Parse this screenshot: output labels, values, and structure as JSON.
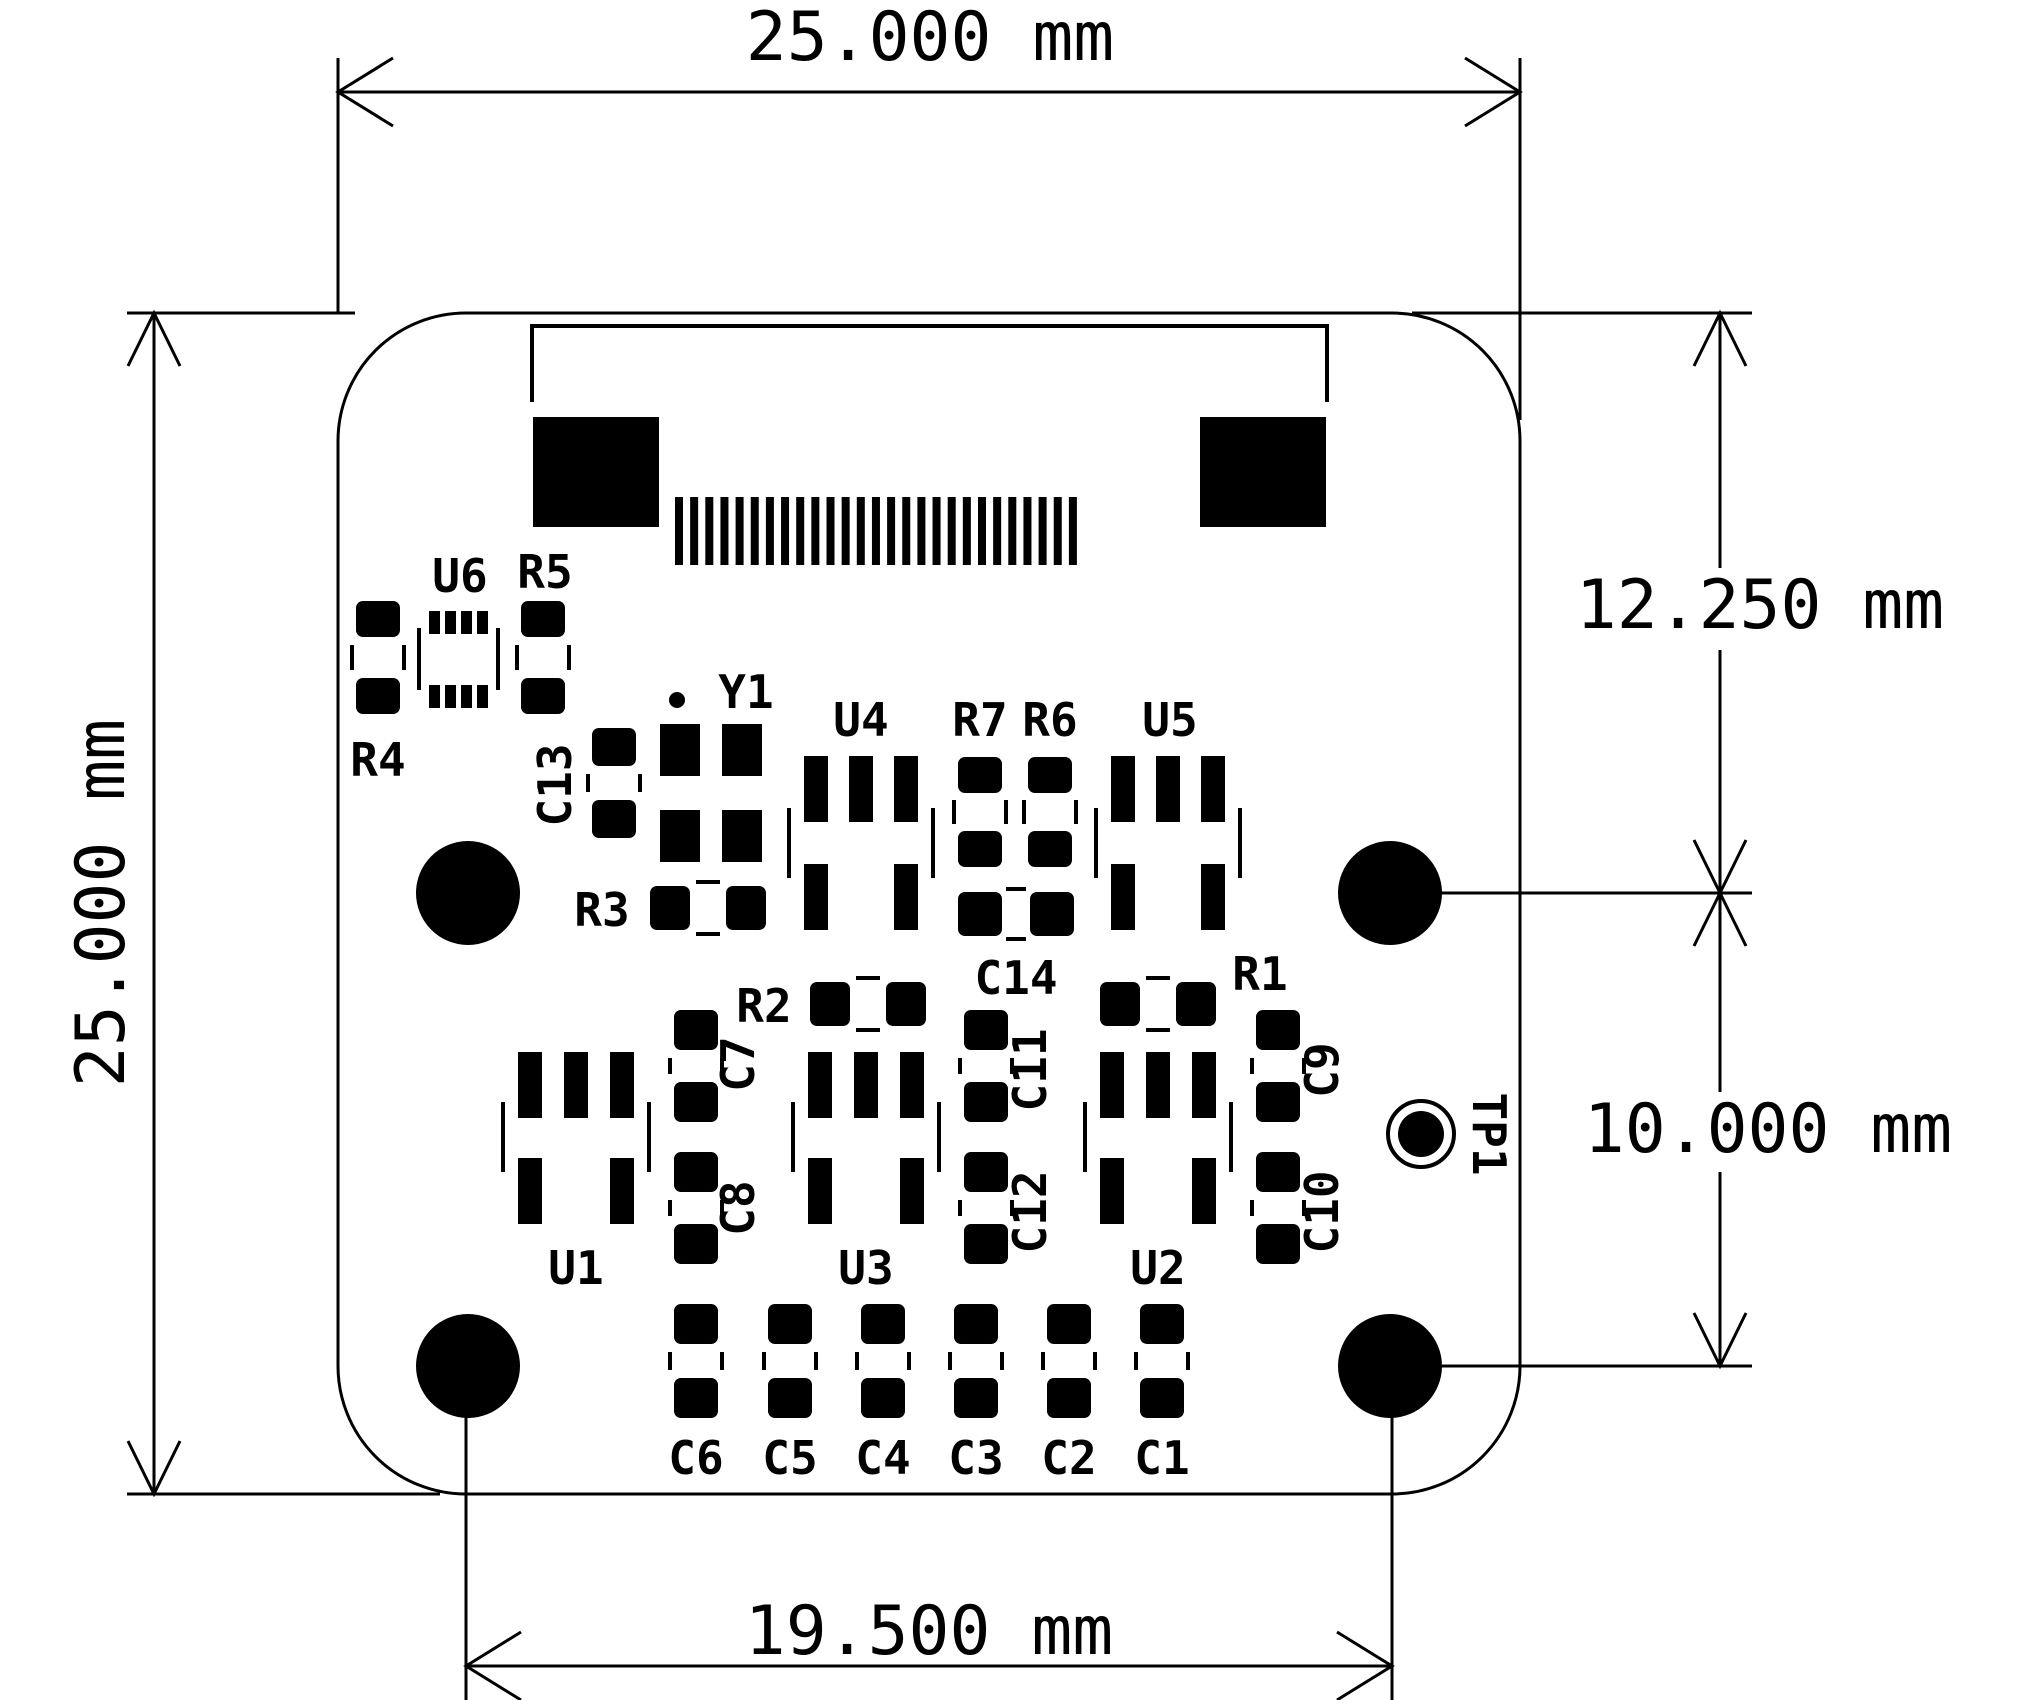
{
  "dimensions": {
    "top_width": "25.000 mm",
    "left_height": "25.000 mm",
    "right_upper": "12.250 mm",
    "right_lower": "10.000 mm",
    "bottom_width": "19.500 mm"
  },
  "references": {
    "U1": "U1",
    "U2": "U2",
    "U3": "U3",
    "U4": "U4",
    "U5": "U5",
    "U6": "U6",
    "R1": "R1",
    "R2": "R2",
    "R3": "R3",
    "R4": "R4",
    "R5": "R5",
    "R6": "R6",
    "R7": "R7",
    "C1": "C1",
    "C2": "C2",
    "C3": "C3",
    "C4": "C4",
    "C5": "C5",
    "C6": "C6",
    "C7": "C7",
    "C8": "C8",
    "C9": "C9",
    "C10": "C10",
    "C11": "C11",
    "C12": "C12",
    "C13": "C13",
    "C14": "C14",
    "Y1": "Y1",
    "TP1": "TP1"
  }
}
